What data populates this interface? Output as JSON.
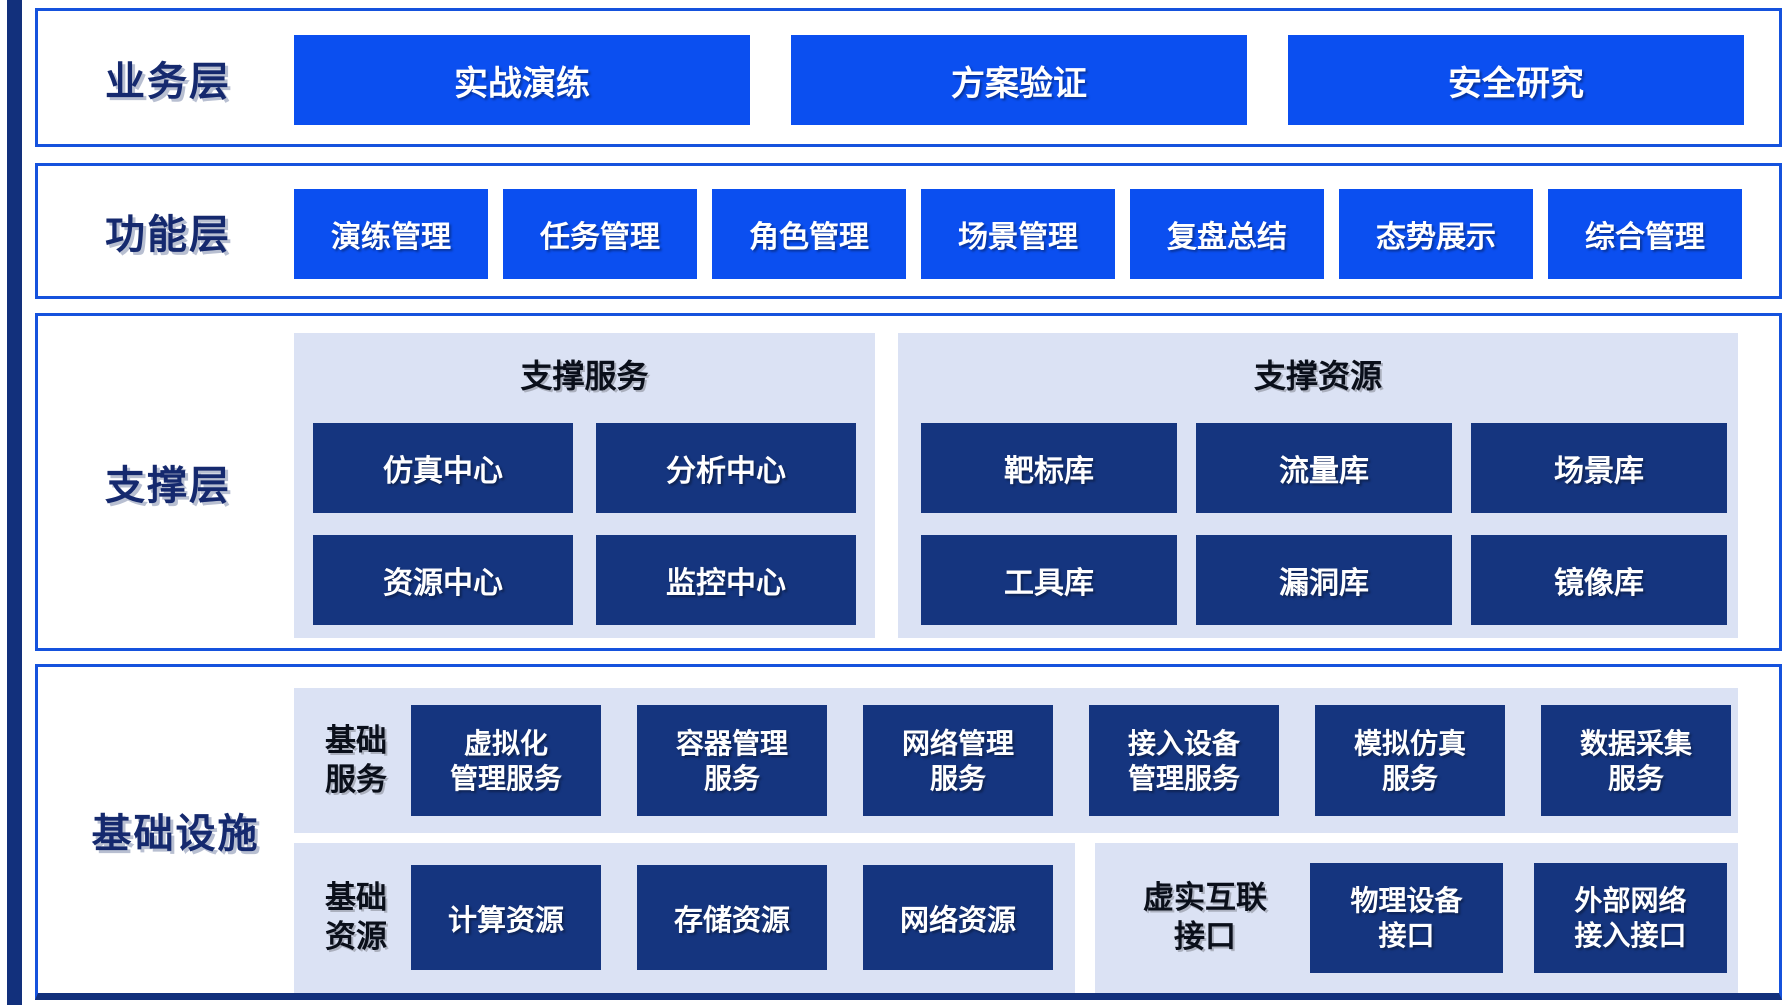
{
  "colors": {
    "accent_blue": "#0b4ff0",
    "navy_block": "#15357f",
    "panel_bg": "#dbe2f4",
    "box_border": "#1552dd",
    "accent_bar": "#12307c",
    "layer_label_text": "#15296e"
  },
  "layers": {
    "business": {
      "label": "业务层",
      "items": [
        "实战演练",
        "方案验证",
        "安全研究"
      ]
    },
    "function": {
      "label": "功能层",
      "items": [
        "演练管理",
        "任务管理",
        "角色管理",
        "场景管理",
        "复盘总结",
        "态势展示",
        "综合管理"
      ]
    },
    "support": {
      "label": "支撑层",
      "services": {
        "title": "支撑服务",
        "items": [
          "仿真中心",
          "分析中心",
          "资源中心",
          "监控中心"
        ]
      },
      "resources": {
        "title": "支撑资源",
        "items": [
          "靶标库",
          "流量库",
          "场景库",
          "工具库",
          "漏洞库",
          "镜像库"
        ]
      }
    },
    "infrastructure": {
      "label": "基础设施",
      "base_services": {
        "title": "基础\n服务",
        "items": [
          "虚拟化\n管理服务",
          "容器管理\n服务",
          "网络管理\n服务",
          "接入设备\n管理服务",
          "模拟仿真\n服务",
          "数据采集\n服务"
        ]
      },
      "base_resources": {
        "title": "基础\n资源",
        "items": [
          "计算资源",
          "存储资源",
          "网络资源"
        ]
      },
      "interconnect": {
        "title": "虚实互联\n接口",
        "items": [
          "物理设备\n接口",
          "外部网络\n接入接口"
        ]
      }
    }
  }
}
